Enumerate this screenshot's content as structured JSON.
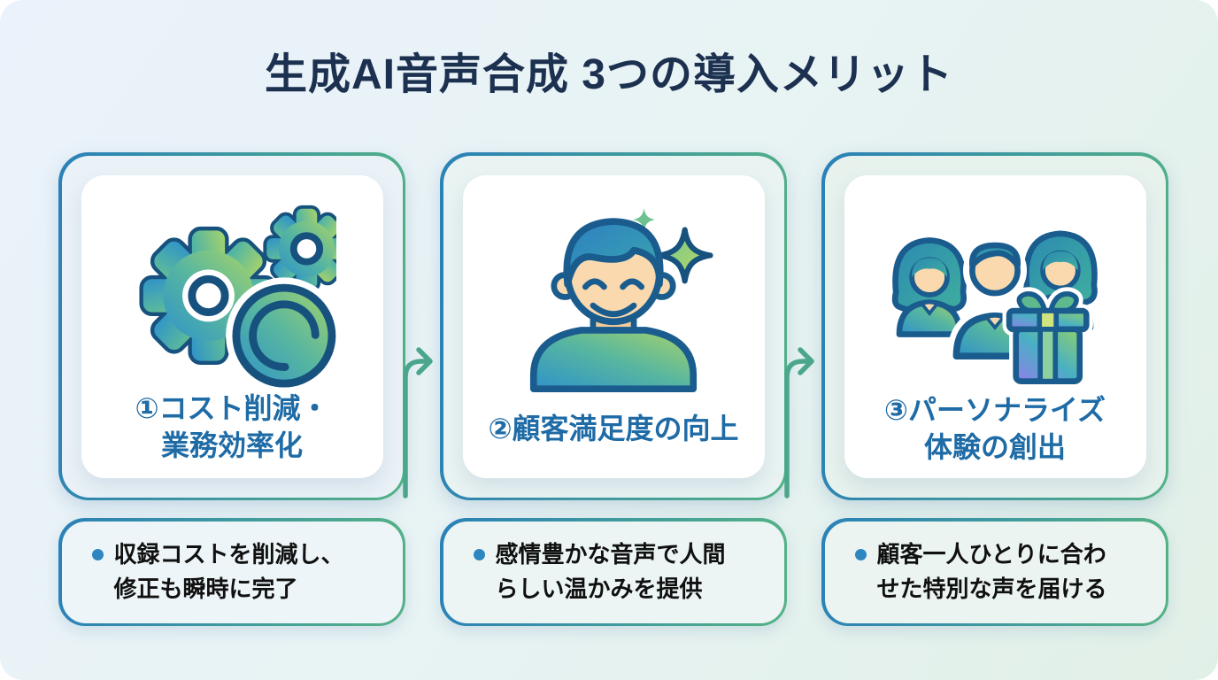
{
  "page": {
    "title": "生成AI音声合成 3つの導入メリット"
  },
  "cards": [
    {
      "number": "①",
      "icon": "gears-coin-icon",
      "title": "①コスト削減・\n業務効率化",
      "note": "収録コストを削減し、\n修正も瞬時に完了"
    },
    {
      "number": "②",
      "icon": "smiling-person-sparkle-icon",
      "title": "②顧客満足度の向上",
      "note": "感情豊かな音声で人間\nらしい温かみを提供"
    },
    {
      "number": "③",
      "icon": "people-group-gift-icon",
      "title": "③パーソナライズ\n体験の創出",
      "note": "顧客一人ひとりに合わ\nせた特別な声を届ける"
    }
  ],
  "colors": {
    "page_title_text": "#1c3050",
    "card_title_text": "#1e6ba6",
    "border_gradient_start": "#2a81b8",
    "border_gradient_end": "#54b285",
    "arrow": "#4ba78c",
    "bullet": "#2e86c1",
    "note_text": "#101010",
    "icon_outline": "#17527e",
    "icon_gradient": [
      "#2f93c9",
      "#57b6a0",
      "#a7d36a"
    ]
  }
}
